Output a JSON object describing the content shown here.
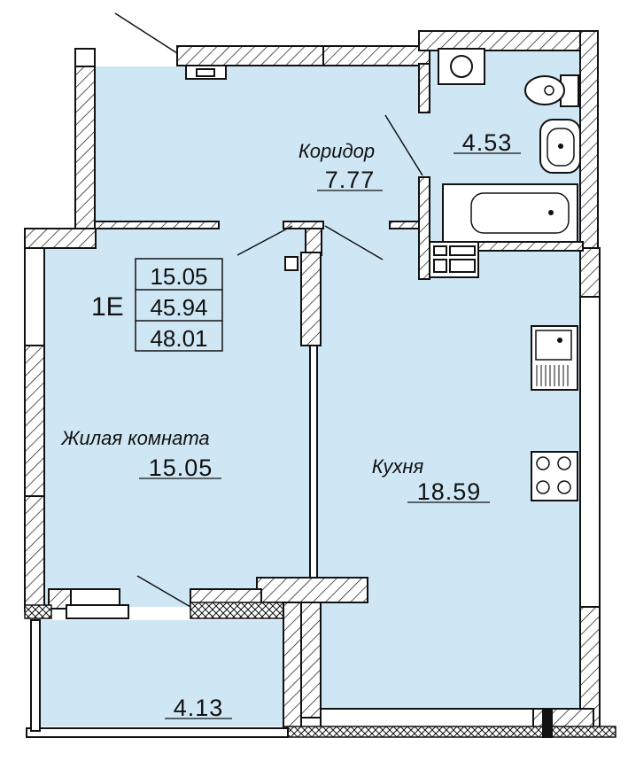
{
  "plan": {
    "apartment_code": "1E",
    "summary_areas": [
      "15.05",
      "45.94",
      "48.01"
    ],
    "rooms": [
      {
        "id": "corridor",
        "label": "Коридор",
        "area": "7.77"
      },
      {
        "id": "bathroom",
        "label": "",
        "area": "4.53"
      },
      {
        "id": "living",
        "label": "Жилая комната",
        "area": "15.05"
      },
      {
        "id": "kitchen",
        "label": "Кухня",
        "area": "18.59"
      },
      {
        "id": "balcony",
        "label": "",
        "area": "4.13"
      }
    ],
    "colors": {
      "floor": "#cfe7f5",
      "wall_stroke": "#111111",
      "background": "#ffffff"
    },
    "icons": [
      "toilet-icon",
      "sink-icon",
      "bathtub-icon",
      "kitchen-sink-icon",
      "stove-icon",
      "washing-machine-icon"
    ]
  }
}
